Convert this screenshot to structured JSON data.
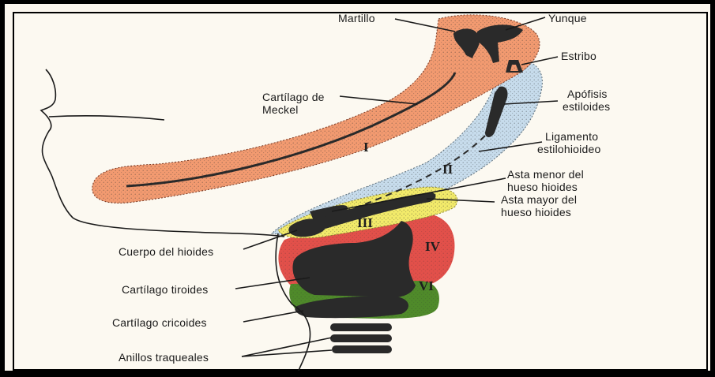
{
  "colors": {
    "arch1": "#f29a70",
    "arch2": "#c7dcec",
    "arch3": "#f2ea6a",
    "arch4": "#e2504a",
    "arch6": "#4f8a2a",
    "cartilage": "#2a2a2a"
  },
  "labels": {
    "martillo": "Martillo",
    "yunque": "Yunque",
    "estribo": "Estribo",
    "meckel_1": "Cartílago de",
    "meckel_2": "Meckel",
    "apofisis_1": "Apófisis",
    "apofisis_2": "estiloides",
    "ligamento_1": "Ligamento",
    "ligamento_2": "estilohioideo",
    "asta_menor_1": "Asta menor del",
    "asta_menor_2": "hueso hioides",
    "asta_mayor_1": "Asta mayor del",
    "asta_mayor_2": "hueso hioides",
    "cuerpo_hioides": "Cuerpo del hioides",
    "tiroides": "Cartílago tiroides",
    "cricoides": "Cartílago cricoides",
    "anillos": "Anillos traqueales"
  },
  "arch_numerals": {
    "i": "I",
    "ii": "II",
    "iii": "III",
    "iv": "IV",
    "vi": "VI"
  }
}
